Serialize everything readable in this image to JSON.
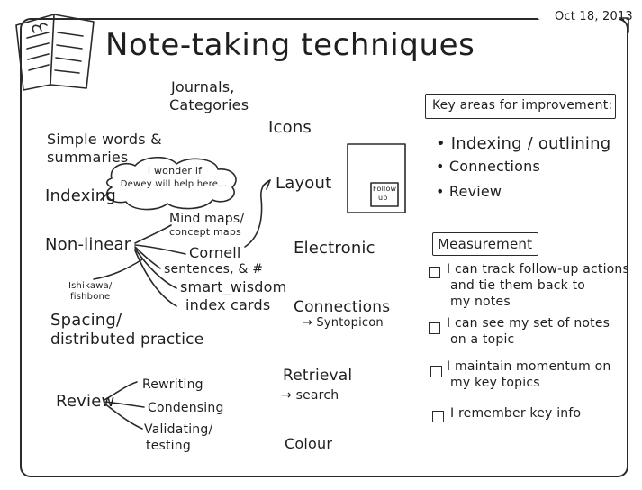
{
  "header": {
    "date": "Oct 18, 2013",
    "title": "Note-taking techniques"
  },
  "techniques": {
    "journals": "Journals,",
    "categories": "Categories",
    "simple_words": "Simple words &",
    "summaries": "summaries",
    "indexing": "Indexing",
    "bubble_line1": "I wonder if",
    "bubble_line2": "Dewey will help here...",
    "non_linear": "Non-linear",
    "mind_maps_1": "Mind maps/",
    "mind_maps_2": "concept maps",
    "cornell": "Cornell",
    "sentences": "sentences, & #",
    "smart_wisdom": "smart_wisdom",
    "index_cards": "index cards",
    "ishikawa_1": "Ishikawa/",
    "ishikawa_2": "fishbone",
    "spacing_1": "Spacing/",
    "spacing_2": "distributed practice",
    "review": "Review",
    "rewriting": "Rewriting",
    "condensing": "Condensing",
    "validating_1": "Validating/",
    "validating_2": "testing",
    "icons": "Icons",
    "layout": "Layout",
    "follow_up_1": "Follow",
    "follow_up_2": "up",
    "electronic": "Electronic",
    "connections": "Connections",
    "syntopicon": "→ Syntopicon",
    "retrieval": "Retrieval",
    "search": "→ search",
    "colour": "Colour"
  },
  "improvement": {
    "heading": "Key areas for improvement:",
    "items": [
      "• Indexing / outlining",
      "• Connections",
      "• Review"
    ]
  },
  "measurement": {
    "heading": "Measurement",
    "items": [
      {
        "line1": "I can track follow-up actions",
        "line2": "and tie them back to",
        "line3": "my notes"
      },
      {
        "line1": "I can see my set of notes",
        "line2": "on a topic"
      },
      {
        "line1": "I maintain momentum on",
        "line2": "my key topics"
      },
      {
        "line1": "I remember key info"
      }
    ]
  }
}
